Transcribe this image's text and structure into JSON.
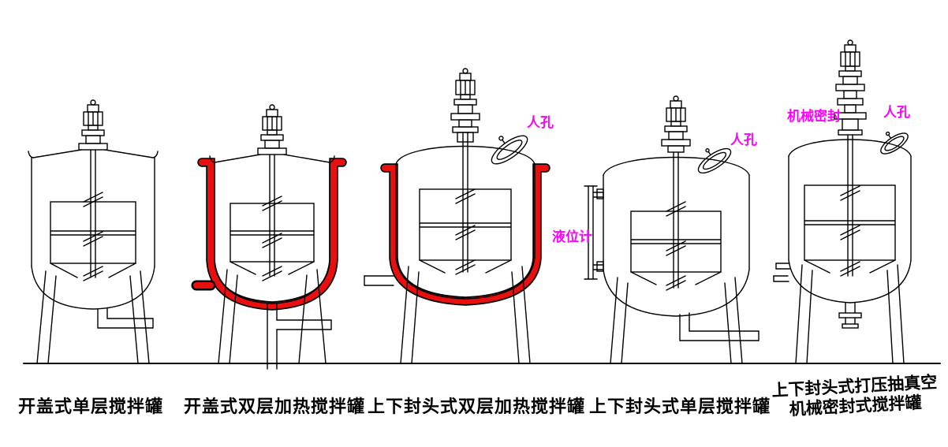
{
  "colors": {
    "line": "#000000",
    "jacket_red": "#e8100f",
    "annotation_magenta": "#ff00ff"
  },
  "tanks": [
    {
      "caption": "开盖式单层搅拌罐"
    },
    {
      "caption": "开盖式双层加热搅拌罐"
    },
    {
      "caption": "上下封头式双层加热搅拌罐",
      "manhole_label": "人孔"
    },
    {
      "caption": "上下封头式单层搅拌罐",
      "manhole_label": "人孔",
      "level_gauge_label": "液位计"
    },
    {
      "caption_line1": "上下封头式打压抽真空",
      "caption_line2": "机械密封式搅拌罐",
      "manhole_label": "人孔",
      "seal_label": "机械密封"
    }
  ]
}
